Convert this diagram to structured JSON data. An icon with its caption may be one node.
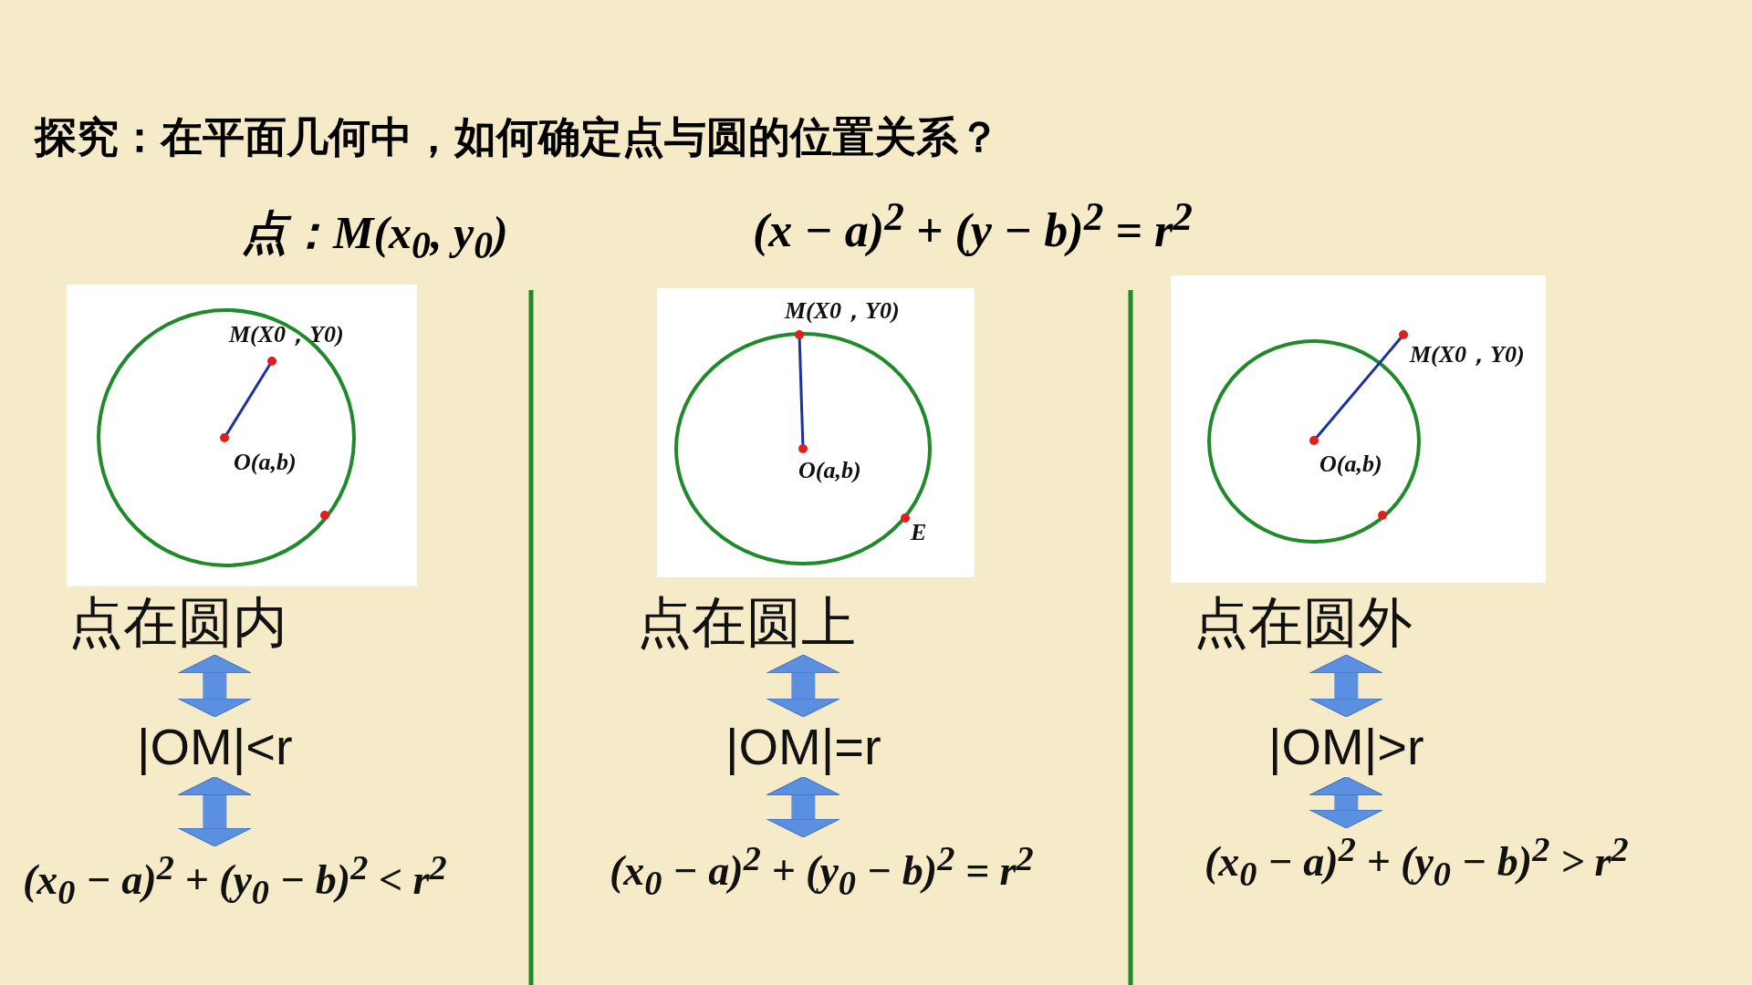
{
  "diagram": {
    "title": "探究：在平面几何中，如何确定点与圆的位置关系？",
    "nodes": [
      {
        "text": [
          "点在圆内"
        ]
      },
      {
        "text": [
          "|OM|<r"
        ]
      },
      {
        "text": [
          "(x$_{0}$ − a)$^{2}$ + (y$_{0}$ − b)$^{2}$ < r$^{2}$"
        ]
      },
      {
        "text": [
          "点在圆上"
        ]
      },
      {
        "text": [
          "|OM|=r"
        ]
      },
      {
        "text": [
          "(x$_{0}$ − a)$^{2}$ + (y$_{0}$ − b)$^{2}$ = r$^{2}$"
        ]
      },
      {
        "text": [
          "点在圆外"
        ]
      },
      {
        "text": [
          "|OM|>r"
        ]
      },
      {
        "text": [
          "(x$_{0}$ − a)$^{2}$ + (y$_{0}$ − b)$^{2}$ > r$^{2}$"
        ]
      }
    ],
    "edges": [
      {
        "from": 0,
        "to": 1,
        "arrow": "both"
      },
      {
        "from": 1,
        "to": 2,
        "arrow": "both"
      },
      {
        "from": 3,
        "to": 4,
        "arrow": "both"
      },
      {
        "from": 4,
        "to": 5,
        "arrow": "both"
      },
      {
        "from": 6,
        "to": 7,
        "arrow": "both"
      },
      {
        "from": 7,
        "to": 8,
        "arrow": "both"
      }
    ],
    "labels": [
      "点：M(x$_{0}$, y$_{0}$)",
      "(x − a)$^{2}$ + (y − b)$^{2}$ = r$^{2}$",
      "M(X0，Y0)",
      "O(a,b)",
      "M(X0，Y0)",
      "O(a,b)",
      "E",
      "M(X0，Y0)",
      "O(a,b)"
    ]
  }
}
